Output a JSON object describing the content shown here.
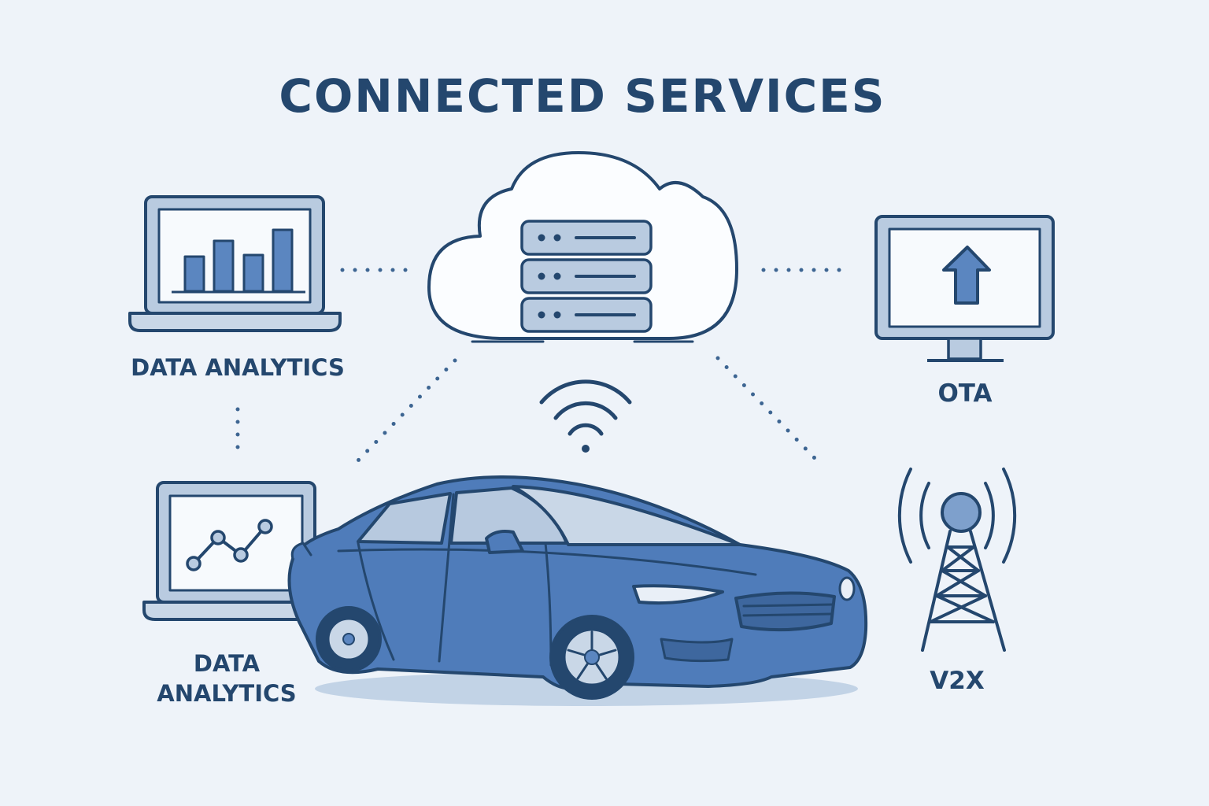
{
  "title": "CONNECTED SERVICES",
  "nodes": {
    "analytics_top": {
      "label": "DATA ANALYTICS",
      "icon": "laptop-bar-chart-icon"
    },
    "analytics_bottom": {
      "label_line1": "DATA",
      "label_line2": "ANALYTICS",
      "icon": "laptop-line-chart-icon"
    },
    "cloud": {
      "icon": "cloud-server-icon"
    },
    "ota": {
      "label": "OTA",
      "icon": "monitor-upload-icon"
    },
    "v2x": {
      "label": "V2X",
      "icon": "cell-tower-icon"
    },
    "car": {
      "icon": "connected-car-icon"
    },
    "wifi": {
      "icon": "wifi-signal-icon"
    }
  },
  "colors": {
    "background": "#eef3f9",
    "stroke": "#24476e",
    "accent_fill": "#5b86c0",
    "light_fill": "#b9cbe0",
    "car_body": "#4f7cba",
    "screen": "#f7fafd"
  }
}
